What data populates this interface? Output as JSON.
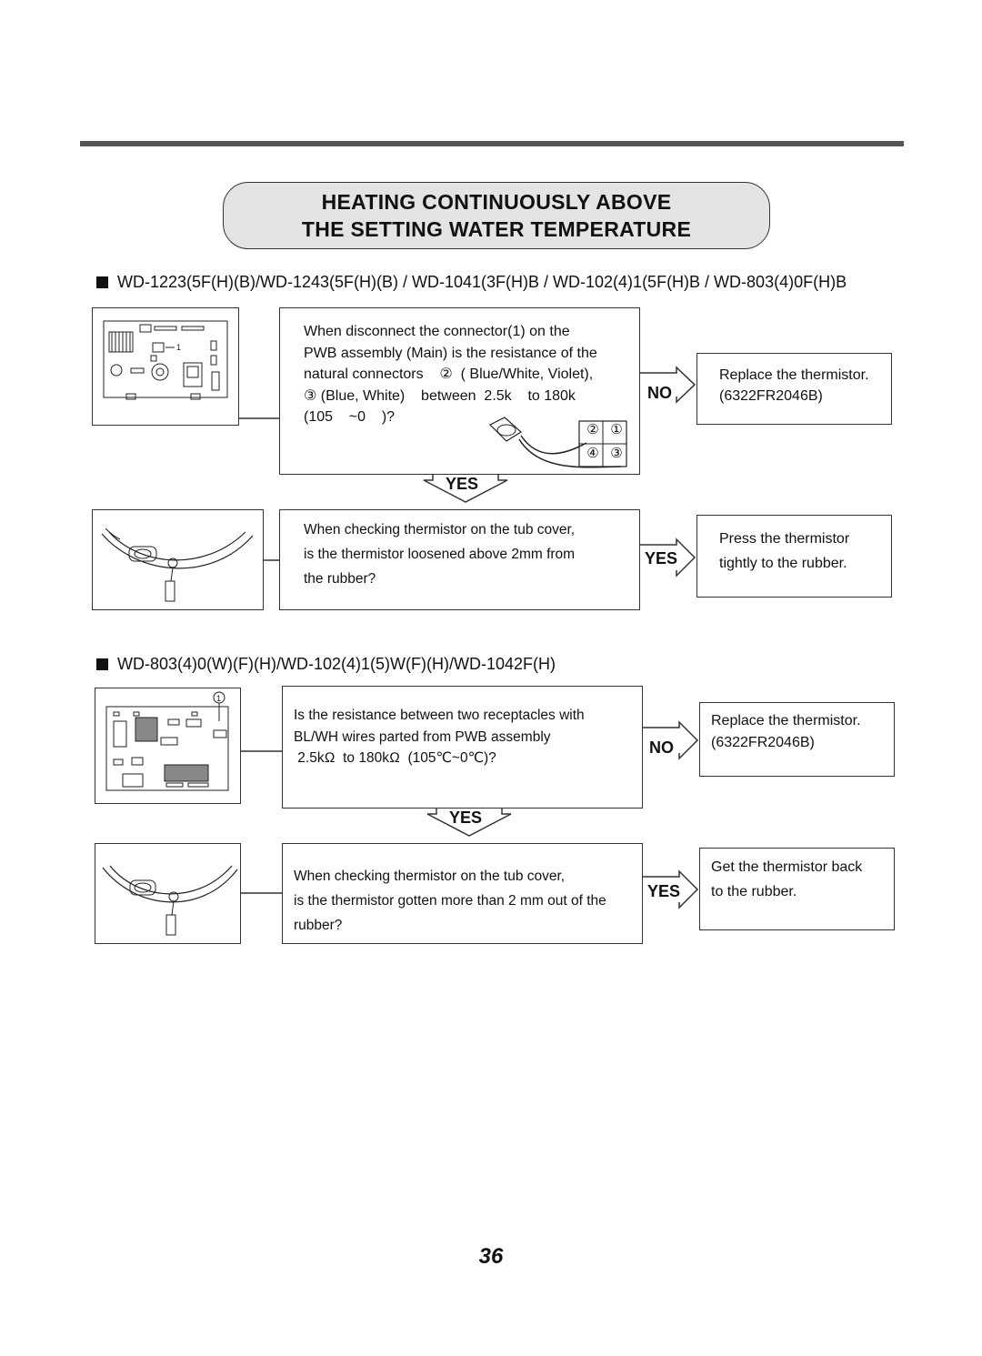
{
  "title": {
    "line1": "HEATING CONTINUOUSLY ABOVE",
    "line2": "THE SETTING WATER TEMPERATURE"
  },
  "section1": {
    "heading": "WD-1223(5F(H)(B)/WD-1243(5F(H)(B) / WD-1041(3F(H)B / WD-102(4)1(5F(H)B / WD-803(4)0F(H)B",
    "board_connector_label": "1",
    "question1": {
      "lines": [
        "When disconnect the connector(1) on the",
        "PWB assembly (Main) is the resistance of the",
        "natural connectors    ②  ( Blue/White, Violet),",
        "③ (Blue, White)    between  2.5k    to 180k",
        "(105    ~0    )?"
      ],
      "pin_labels": [
        "②",
        "①",
        "④",
        "③"
      ]
    },
    "no_label": "NO",
    "result1": {
      "lines": [
        "Replace the thermistor.",
        "(6322FR2046B)"
      ]
    },
    "yes_down": "YES",
    "question2": {
      "lines": [
        "When checking thermistor on the tub cover,",
        "is the thermistor loosened above 2mm from",
        "the rubber?"
      ]
    },
    "yes_right": "YES",
    "result2": {
      "lines": [
        "Press the thermistor",
        "tightly to the rubber."
      ]
    }
  },
  "section2": {
    "heading": "WD-803(4)0(W)(F)(H)/WD-102(4)1(5)W(F)(H)/WD-1042F(H)",
    "board_connector_label": "1",
    "question1": {
      "lines": [
        "Is the resistance between two receptacles with",
        "BL/WH wires parted from PWB assembly",
        " 2.5kΩ  to 180kΩ  (105℃~0℃)?"
      ]
    },
    "no_label": "NO",
    "result1": {
      "lines": [
        "Replace the thermistor.",
        "(6322FR2046B)"
      ]
    },
    "yes_down": "YES",
    "question2": {
      "lines": [
        "When checking thermistor on the tub cover,",
        "is the thermistor gotten more than 2 mm out of the",
        "rubber?"
      ]
    },
    "yes_right": "YES",
    "result2": {
      "lines": [
        "Get the thermistor back",
        "to the rubber."
      ]
    }
  },
  "page_number": "36"
}
